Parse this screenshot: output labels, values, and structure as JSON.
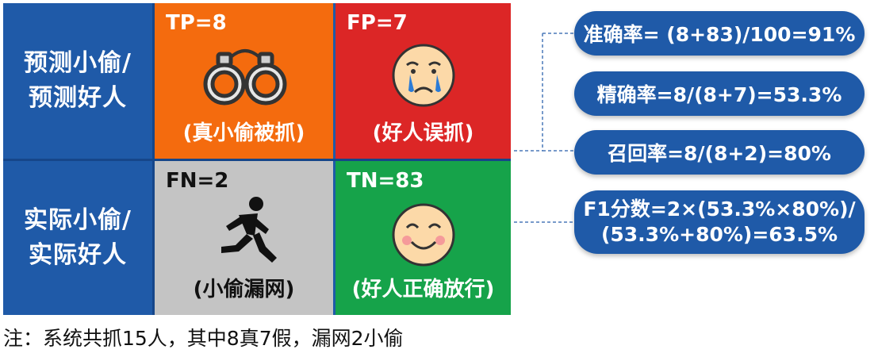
{
  "matrix": {
    "row_labels": [
      {
        "line1": "预测小偷/",
        "line2": "预测好人"
      },
      {
        "line1": "实际小偷/",
        "line2": "实际好人"
      }
    ],
    "cells": {
      "tp": {
        "code": "TP=8",
        "caption": "(真小偷被抓)",
        "color": "#f46b0e",
        "icon": "handcuffs-icon"
      },
      "fp": {
        "code": "FP=7",
        "caption": "(好人误抓)",
        "color": "#dc2626",
        "icon": "crying-face-icon"
      },
      "fn": {
        "code": "FN=2",
        "caption": "(小偷漏网)",
        "color": "#c4c4c4",
        "icon": "running-person-icon"
      },
      "tn": {
        "code": "TN=83",
        "caption": "(好人正确放行)",
        "color": "#16a34a",
        "icon": "smiling-face-icon"
      }
    }
  },
  "metrics": {
    "accuracy": "准确率= (8+83)/100=91%",
    "precision": "精确率=8/(8+7)=53.3%",
    "recall": "召回率=8/(8+2)=80%",
    "f1_line1": "F1分数=2×(53.3%×80%)/",
    "f1_line2": "(53.3%+80%)=63.5%"
  },
  "note": "注：系统共抓15人，其中8真7假，漏网2小偷"
}
